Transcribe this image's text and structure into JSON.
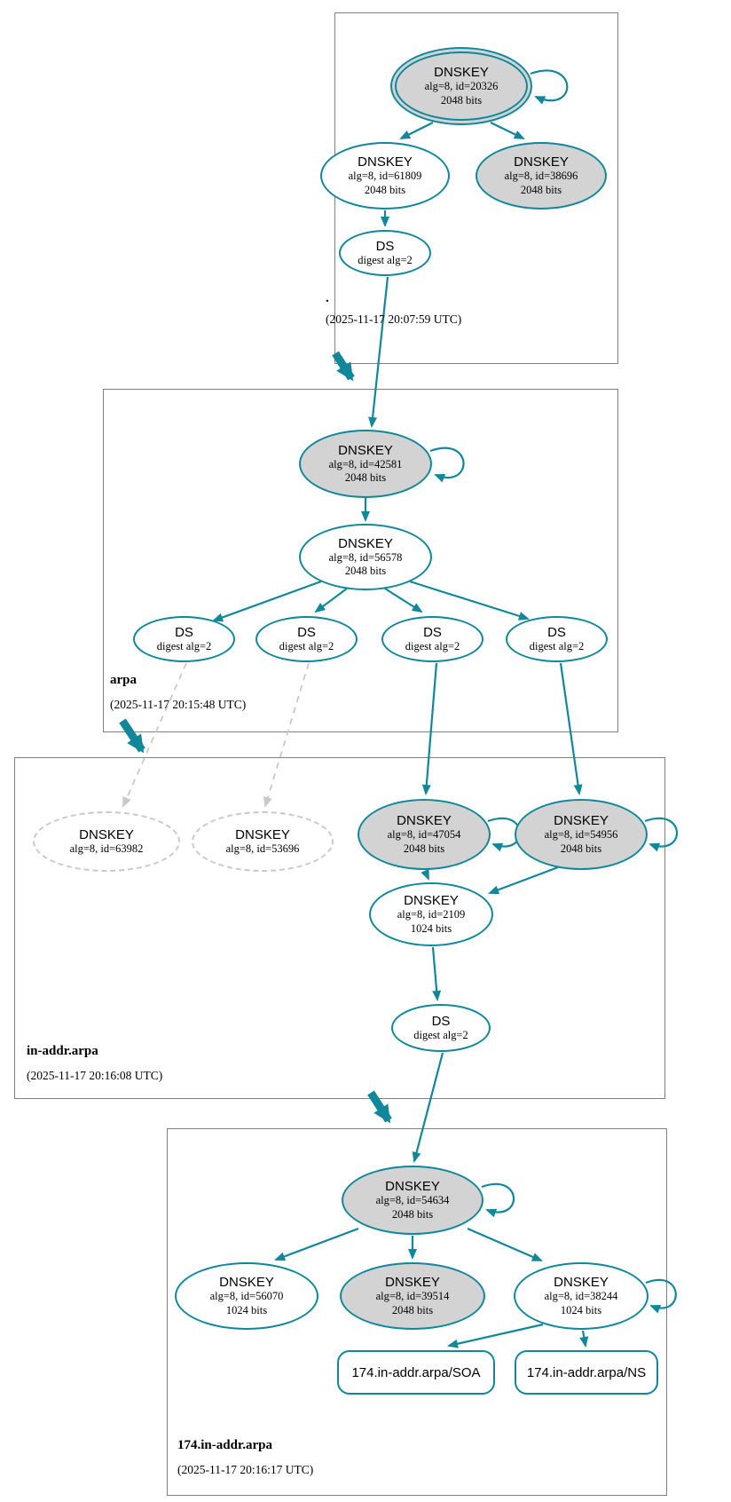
{
  "colors": {
    "teal": "#10879a",
    "grayfill": "#d3d3d3",
    "dashededge": "#c9c9c9",
    "boxborder": "#808080"
  },
  "zones": [
    {
      "name": ".",
      "timestamp": "(2025-11-17 20:07:59 UTC)",
      "nodes": {
        "ksk": {
          "title": "DNSKEY",
          "detail1": "alg=8, id=20326",
          "detail2": "2048 bits"
        },
        "zsk": {
          "title": "DNSKEY",
          "detail1": "alg=8, id=61809",
          "detail2": "2048 bits"
        },
        "ksknew": {
          "title": "DNSKEY",
          "detail1": "alg=8, id=38696",
          "detail2": "2048 bits"
        },
        "ds": {
          "title": "DS",
          "detail1": "digest alg=2"
        }
      }
    },
    {
      "name": "arpa",
      "timestamp": "(2025-11-17 20:15:48 UTC)",
      "nodes": {
        "ksk": {
          "title": "DNSKEY",
          "detail1": "alg=8, id=42581",
          "detail2": "2048 bits"
        },
        "zsk": {
          "title": "DNSKEY",
          "detail1": "alg=8, id=56578",
          "detail2": "2048 bits"
        },
        "ds1": {
          "title": "DS",
          "detail1": "digest alg=2"
        },
        "ds2": {
          "title": "DS",
          "detail1": "digest alg=2"
        },
        "ds3": {
          "title": "DS",
          "detail1": "digest alg=2"
        },
        "ds4": {
          "title": "DS",
          "detail1": "digest alg=2"
        }
      }
    },
    {
      "name": "in-addr.arpa",
      "timestamp": "(2025-11-17 20:16:08 UTC)",
      "nodes": {
        "old1": {
          "title": "DNSKEY",
          "detail1": "alg=8, id=63982"
        },
        "old2": {
          "title": "DNSKEY",
          "detail1": "alg=8, id=53696"
        },
        "ksk1": {
          "title": "DNSKEY",
          "detail1": "alg=8, id=47054",
          "detail2": "2048 bits"
        },
        "ksk2": {
          "title": "DNSKEY",
          "detail1": "alg=8, id=54956",
          "detail2": "2048 bits"
        },
        "zsk": {
          "title": "DNSKEY",
          "detail1": "alg=8, id=2109",
          "detail2": "1024 bits"
        },
        "ds": {
          "title": "DS",
          "detail1": "digest alg=2"
        }
      }
    },
    {
      "name": "174.in-addr.arpa",
      "timestamp": "(2025-11-17 20:16:17 UTC)",
      "nodes": {
        "ksk": {
          "title": "DNSKEY",
          "detail1": "alg=8, id=54634",
          "detail2": "2048 bits"
        },
        "key1": {
          "title": "DNSKEY",
          "detail1": "alg=8, id=56070",
          "detail2": "1024 bits"
        },
        "key2": {
          "title": "DNSKEY",
          "detail1": "alg=8, id=39514",
          "detail2": "2048 bits"
        },
        "key3": {
          "title": "DNSKEY",
          "detail1": "alg=8, id=38244",
          "detail2": "1024 bits"
        },
        "soa": {
          "label": "174.in-addr.arpa/SOA"
        },
        "ns": {
          "label": "174.in-addr.arpa/NS"
        }
      }
    }
  ]
}
